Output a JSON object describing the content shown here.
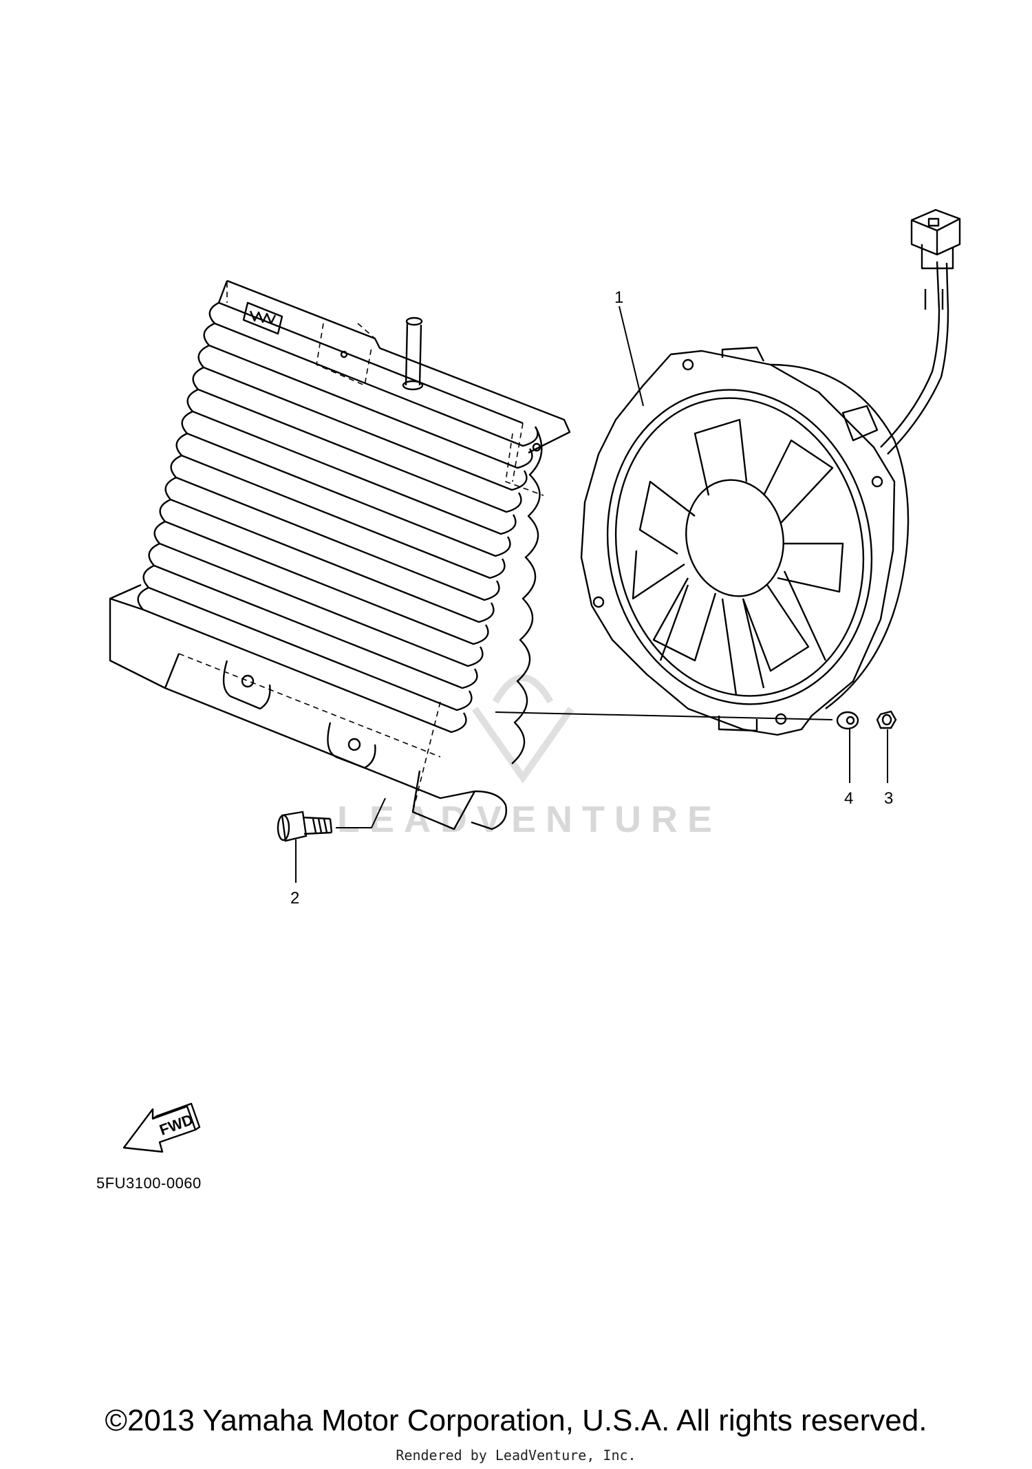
{
  "callouts": [
    {
      "id": "1",
      "label": "1"
    },
    {
      "id": "2",
      "label": "2"
    },
    {
      "id": "3",
      "label": "3"
    },
    {
      "id": "4",
      "label": "4"
    }
  ],
  "fwd_label": "FWD",
  "diagram_code": "5FU3100-0060",
  "watermark": "LEADVENTURE",
  "copyright": "©2013 Yamaha Motor Corporation, U.S.A. All rights reserved.",
  "rendered_by": "Rendered by LeadVenture, Inc.",
  "colors": {
    "line": "#000000",
    "background": "#ffffff",
    "watermark": "#d8d8d8"
  }
}
